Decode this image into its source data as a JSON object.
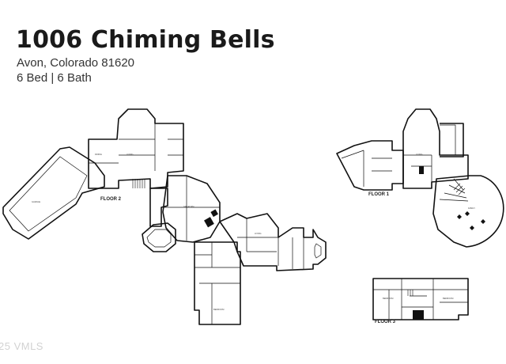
{
  "listing": {
    "address": "1006 Chiming Bells",
    "city_state_zip": "Avon, Colorado 81620",
    "beds_baths": "6 Bed  | 6 Bath"
  },
  "floors": {
    "floor2": "FLOOR 2",
    "floor1": "FLOOR 1",
    "floor3": "FLOOR 3"
  },
  "watermark": "25 VMLS"
}
